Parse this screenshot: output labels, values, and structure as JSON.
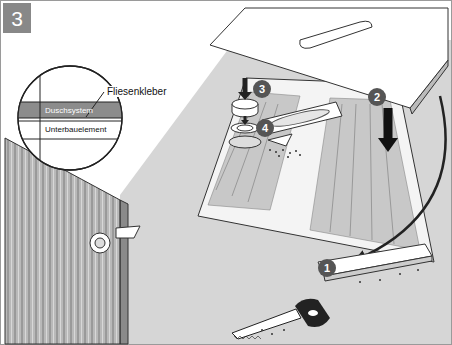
{
  "diagram": {
    "nodes": [
      {
        "text": [
          "3"
        ]
      },
      {
        "text": [
          "Duschsystem"
        ]
      },
      {
        "text": [
          "Unterbauelement"
        ]
      },
      {
        "text": [
          "3"
        ]
      },
      {
        "text": [
          "2"
        ]
      },
      {
        "text": [
          "4"
        ]
      },
      {
        "text": [
          "1"
        ]
      }
    ],
    "labels": [
      "Fliesenkleber"
    ]
  }
}
